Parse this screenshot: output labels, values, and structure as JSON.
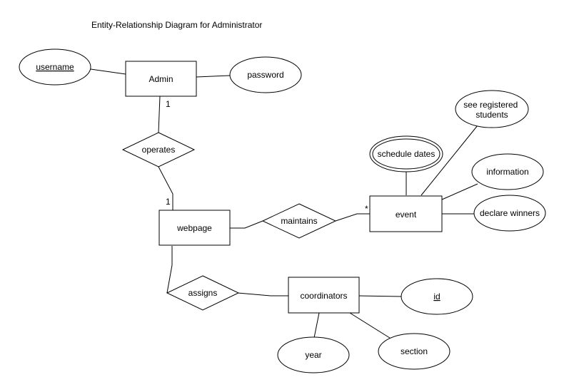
{
  "diagram": {
    "title": "Entity-Relationship Diagram for Administrator",
    "entities": {
      "admin": "Admin",
      "webpage": "webpage",
      "event": "event",
      "coordinators": "coordinators"
    },
    "relationships": {
      "operates": "operates",
      "maintains": "maintains",
      "assigns": "assigns"
    },
    "attributes": {
      "username": "username",
      "password": "password",
      "see_registered_students": [
        "see registered",
        "students"
      ],
      "schedule_dates": "schedule dates",
      "information": "information",
      "declare_winners": "declare winners",
      "id": "id",
      "year": "year",
      "section": "section"
    },
    "cardinality": {
      "admin_operates": "1",
      "operates_webpage": "1",
      "maintains_event": "*"
    }
  }
}
